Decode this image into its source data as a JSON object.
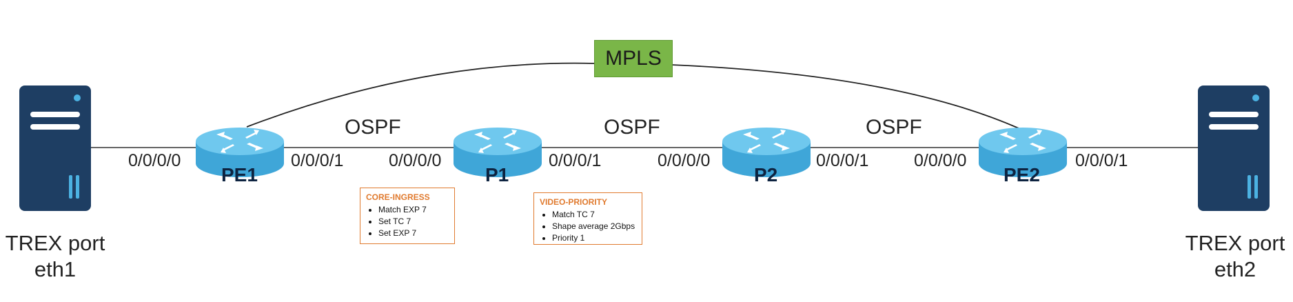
{
  "mpls_label": "MPLS",
  "hosts": [
    {
      "id": "left",
      "line1": "TREX port",
      "line2": "eth1"
    },
    {
      "id": "right",
      "line1": "TREX port",
      "line2": "eth2"
    }
  ],
  "routers": [
    {
      "id": "pe1",
      "name": "PE1"
    },
    {
      "id": "p1",
      "name": "P1"
    },
    {
      "id": "p2",
      "name": "P2"
    },
    {
      "id": "pe2",
      "name": "PE2"
    }
  ],
  "links": [
    {
      "id": "pe1-p1",
      "protocol": "OSPF"
    },
    {
      "id": "p1-p2",
      "protocol": "OSPF"
    },
    {
      "id": "p2-pe2",
      "protocol": "OSPF"
    }
  ],
  "ports": {
    "pe1_left": "0/0/0/0",
    "pe1_right": "0/0/0/1",
    "p1_left": "0/0/0/0",
    "p1_right": "0/0/0/1",
    "p2_left": "0/0/0/0",
    "p2_right": "0/0/0/1",
    "pe2_left": "0/0/0/0",
    "pe2_right": "0/0/0/1"
  },
  "policies": [
    {
      "id": "core-ingress",
      "title": "CORE-INGRESS",
      "items": [
        "Match EXP 7",
        "Set TC 7",
        "Set EXP 7"
      ]
    },
    {
      "id": "video-priority",
      "title": "VIDEO-PRIORITY",
      "items": [
        "Match TC 7",
        "Shape average 2Gbps",
        "Priority 1"
      ]
    }
  ],
  "colors": {
    "router": "#4cb2e2",
    "router_top": "#6fc8ee",
    "server": "#1e3e63",
    "mpls": "#7ab648",
    "policy_accent": "#e07a2e"
  }
}
